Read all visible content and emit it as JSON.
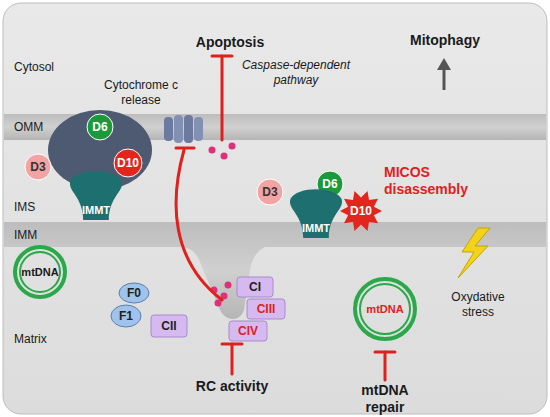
{
  "diagram": {
    "nodes": [
      {
        "text": [
          "D3"
        ]
      },
      {
        "text": [
          "D6"
        ]
      },
      {
        "text": [
          "D10"
        ]
      },
      {
        "text": [
          "IMMT"
        ]
      },
      {
        "text": [
          "mtDNA"
        ]
      },
      {
        "text": [
          "D3"
        ]
      },
      {
        "text": [
          "D6"
        ]
      },
      {
        "text": [
          "D10"
        ]
      },
      {
        "text": [
          "IMMT"
        ]
      },
      {
        "text": [
          "CI"
        ]
      },
      {
        "text": [
          "CIII"
        ]
      },
      {
        "text": [
          "CII"
        ]
      },
      {
        "text": [
          "CIV"
        ]
      },
      {
        "text": [
          "F0"
        ]
      },
      {
        "text": [
          "F1"
        ]
      },
      {
        "text": [
          "mtDNA"
        ]
      }
    ],
    "labels": [
      "Apoptosis",
      "Caspase-dependent pathway",
      "Mitophagy",
      "Cytosol",
      "Cytochrome c release",
      "OMM",
      "IMS",
      "MICOS disassembly",
      "IMM",
      "Oxydative stress",
      "Matrix",
      "RC activity",
      "mtDNA repair"
    ]
  }
}
